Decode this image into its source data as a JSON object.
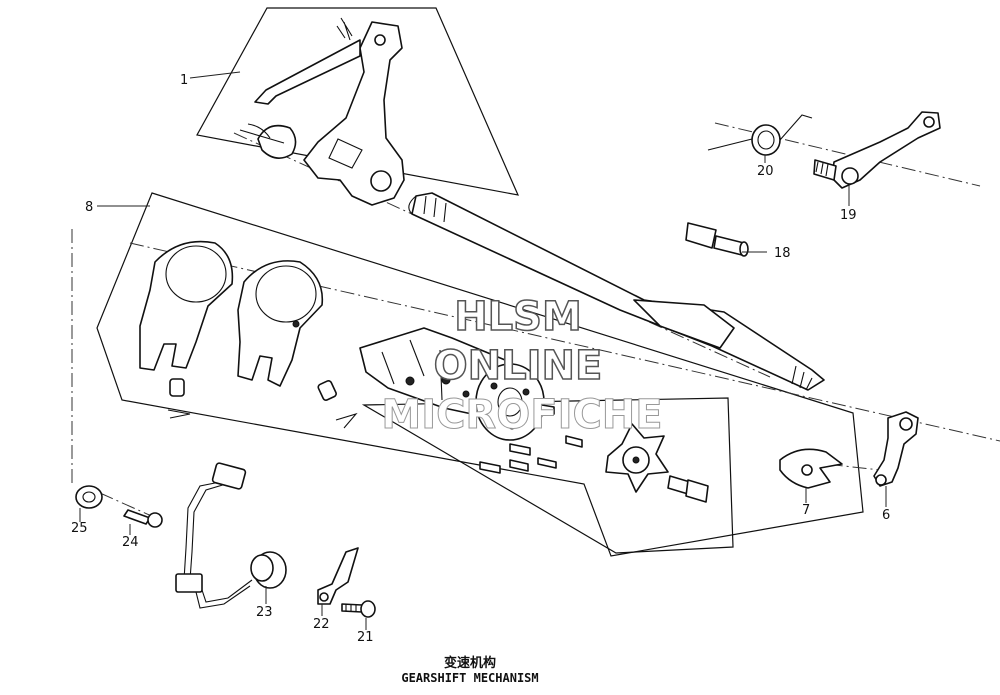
{
  "diagram": {
    "caption_cn": "变速机构",
    "caption_en": "GEARSHIFT MECHANISM",
    "watermark": [
      "HLSM",
      "ONLINE",
      "MICROFICHE"
    ],
    "callouts": [
      "1",
      "8",
      "18",
      "19",
      "20",
      "25",
      "24",
      "23",
      "22",
      "21",
      "7",
      "6"
    ]
  }
}
